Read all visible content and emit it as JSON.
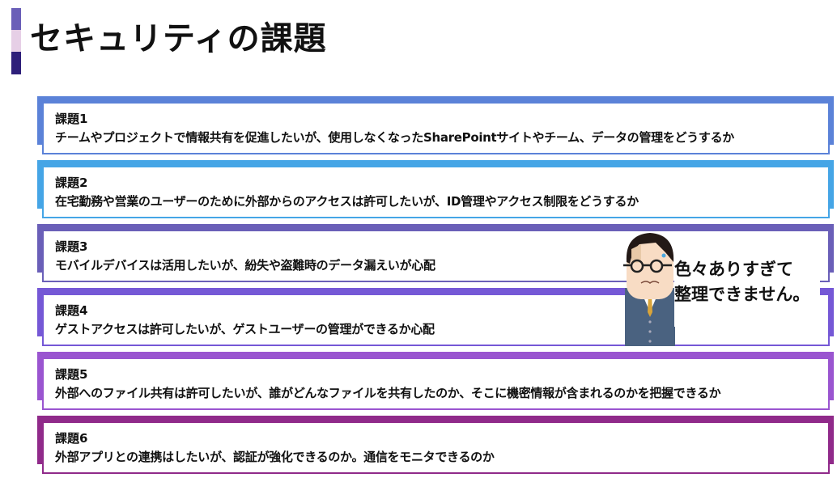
{
  "title": "セキュリティの課題",
  "colors": {
    "accent_top": "#6a5fb8",
    "accent_mid": "#e6cfe6",
    "accent_bottom": "#2e1f7a",
    "items": [
      "#5b82d8",
      "#45a5e6",
      "#6a5fb8",
      "#7558d6",
      "#9a55d0",
      "#902a8a"
    ]
  },
  "items": [
    {
      "label": "課題1",
      "text": "チームやプロジェクトで情報共有を促進したいが、使用しなくなったSharePointサイトやチーム、データの管理をどうするか"
    },
    {
      "label": "課題2",
      "text": "在宅勤務や営業のユーザーのために外部からのアクセスは許可したいが、ID管理やアクセス制限をどうするか"
    },
    {
      "label": "課題3",
      "text": "モバイルデバイスは活用したいが、紛失や盗難時のデータ漏えいが心配"
    },
    {
      "label": "課題4",
      "text": "ゲストアクセスは許可したいが、ゲストユーザーの管理ができるか心配"
    },
    {
      "label": "課題5",
      "text": "外部へのファイル共有は許可したいが、誰がどんなファイルを共有したのか、そこに機密情報が含まれるのかを把握できるか"
    },
    {
      "label": "課題6",
      "text": "外部アプリとの連携はしたいが、認証が強化できるのか。通信をモニタできるのか"
    }
  ],
  "bubble": {
    "line1": "色々ありすぎて",
    "line2": "整理できません。"
  }
}
